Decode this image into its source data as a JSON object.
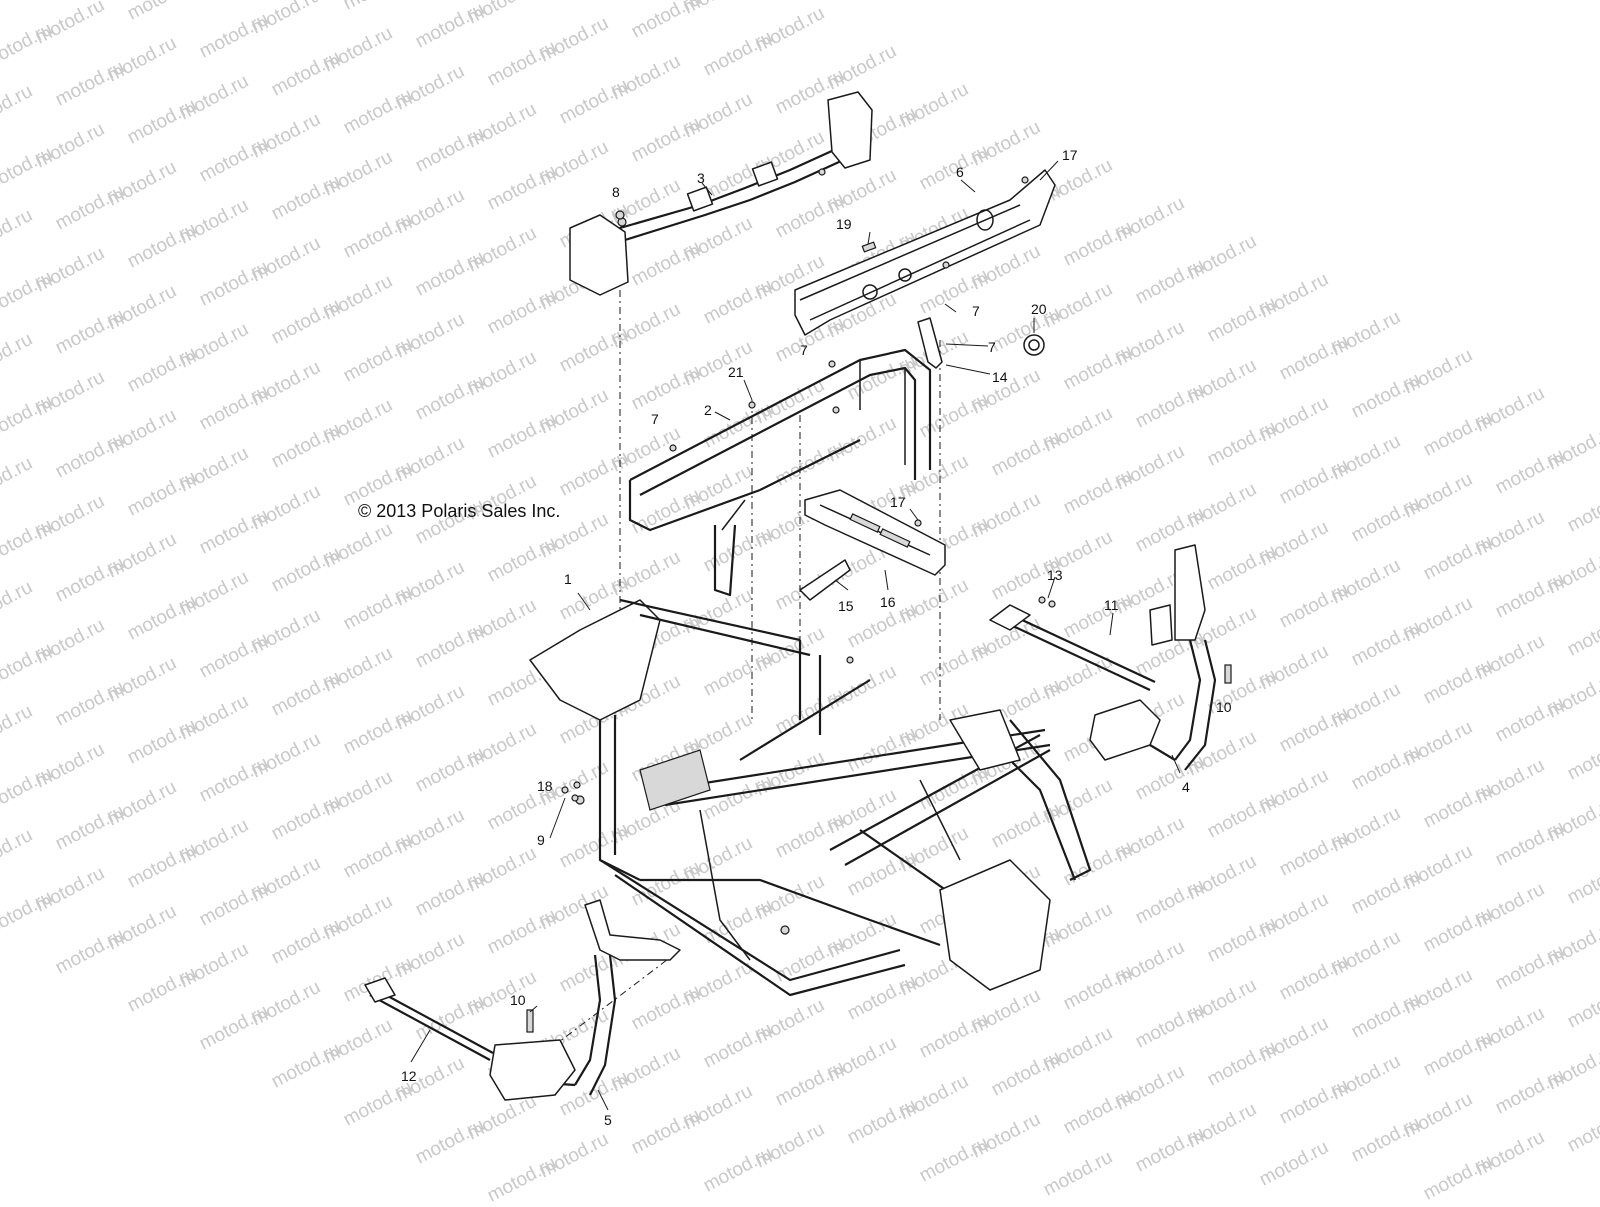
{
  "watermark": {
    "text": "motod.ru"
  },
  "copyright": "© 2013 Polaris Sales Inc.",
  "callouts": [
    {
      "id": "c1",
      "label": "1"
    },
    {
      "id": "c2",
      "label": "2"
    },
    {
      "id": "c3",
      "label": "3"
    },
    {
      "id": "c4",
      "label": "4"
    },
    {
      "id": "c5",
      "label": "5"
    },
    {
      "id": "c6",
      "label": "6"
    },
    {
      "id": "c7a",
      "label": "7"
    },
    {
      "id": "c7b",
      "label": "7"
    },
    {
      "id": "c7c",
      "label": "7"
    },
    {
      "id": "c7d",
      "label": "7"
    },
    {
      "id": "c8",
      "label": "8"
    },
    {
      "id": "c9",
      "label": "9"
    },
    {
      "id": "c10a",
      "label": "10"
    },
    {
      "id": "c10b",
      "label": "10"
    },
    {
      "id": "c11",
      "label": "11"
    },
    {
      "id": "c12",
      "label": "12"
    },
    {
      "id": "c13",
      "label": "13"
    },
    {
      "id": "c14",
      "label": "14"
    },
    {
      "id": "c15",
      "label": "15"
    },
    {
      "id": "c16",
      "label": "16"
    },
    {
      "id": "c17a",
      "label": "17"
    },
    {
      "id": "c17b",
      "label": "17"
    },
    {
      "id": "c18",
      "label": "18"
    },
    {
      "id": "c19",
      "label": "19"
    },
    {
      "id": "c20",
      "label": "20"
    },
    {
      "id": "c21",
      "label": "21"
    }
  ]
}
